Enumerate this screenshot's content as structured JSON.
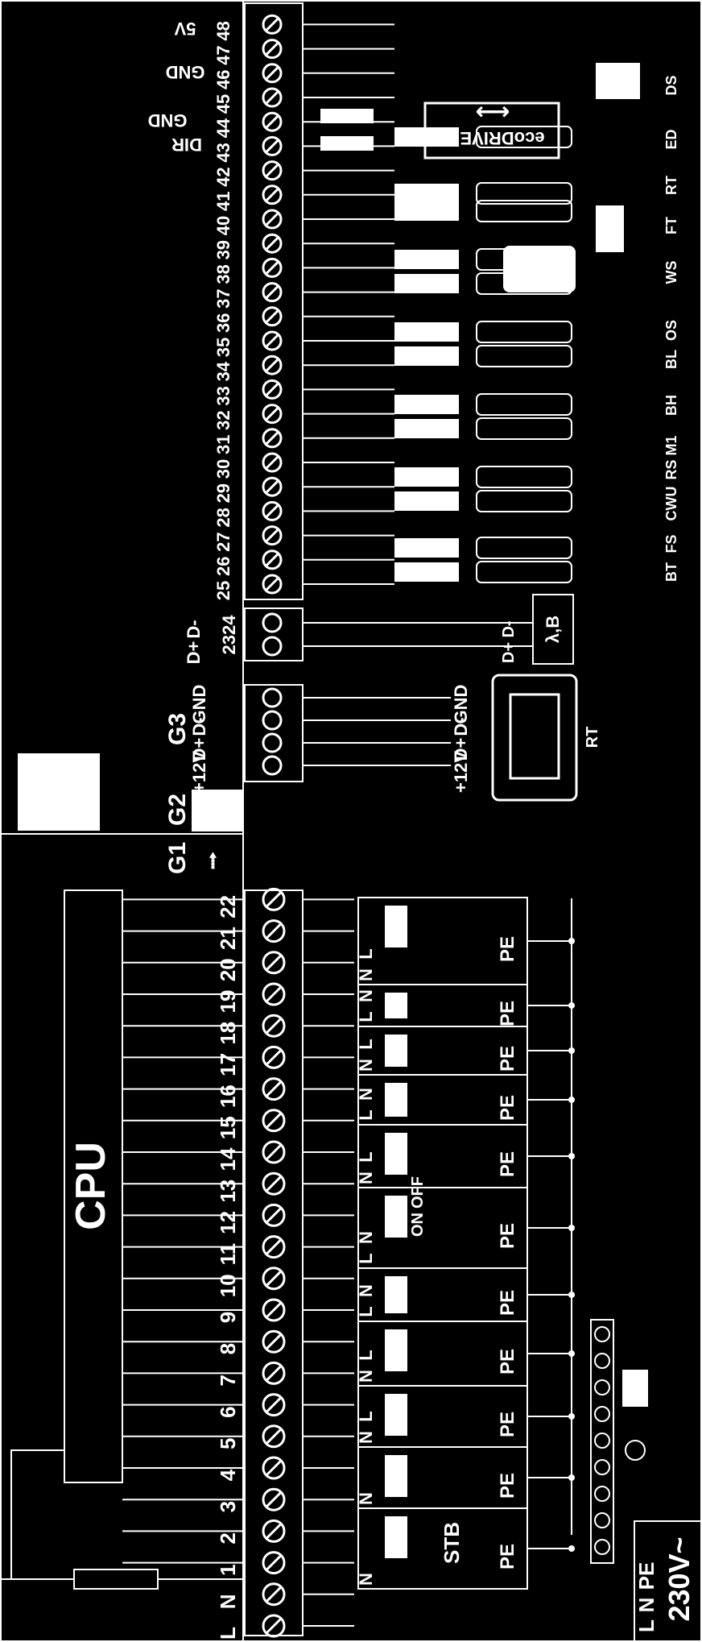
{
  "cpu_label": "CPU",
  "lower_terminal_labels": [
    "L",
    "N",
    "1",
    "2",
    "3",
    "4",
    "5",
    "6",
    "7",
    "8",
    "9",
    "10",
    "11",
    "12",
    "13",
    "14",
    "15",
    "16",
    "17",
    "18",
    "19",
    "20",
    "21",
    "22"
  ],
  "upper_terminal_labels": [
    "25",
    "26",
    "27",
    "28",
    "29",
    "30",
    "31",
    "32",
    "33",
    "34",
    "35",
    "36",
    "37",
    "38",
    "39",
    "40",
    "41",
    "42",
    "43",
    "44",
    "45",
    "46",
    "47",
    "48"
  ],
  "connector_labels": {
    "g1": "G1",
    "g2": "G2",
    "g3": "G3"
  },
  "g3_pins": [
    "+12V",
    "D+",
    "D-",
    "GND"
  ],
  "g3_device": {
    "pins": [
      "+12V",
      "D+",
      "D-",
      "GND"
    ],
    "label": "RT"
  },
  "bus23_pins": [
    "D+",
    "D-"
  ],
  "bus23_numbers": "2324",
  "lambda_pins": [
    "D+",
    "D-"
  ],
  "lambda_label": "λ,B",
  "ecodrive_label": "ecoDRIVE",
  "ecodrive_pins": [
    "DIR",
    "GND"
  ],
  "top_pin_labels": {
    "dir": "DIR",
    "gnd1": "GND",
    "gnd2": "GND",
    "v5": "5V"
  },
  "sensor_codes": [
    "BT",
    "FS",
    "CWU",
    "RS",
    "M1",
    "BH",
    "BL",
    "OS",
    "WS",
    "FT",
    "RT",
    "ED",
    "DS"
  ],
  "stb_label": "STB",
  "pe_label": "PE",
  "on_label": "ON",
  "off_label": "OFF",
  "supply": {
    "l": "L",
    "n": "N",
    "pe": "PE",
    "voltage": "230V~"
  },
  "module_pin_labels": {
    "m1": [
      "N"
    ],
    "m2": [
      "N"
    ],
    "m3": [
      "N",
      "L"
    ],
    "m4": [
      "N",
      "L"
    ],
    "m5": [
      "L",
      "N"
    ],
    "m6": [
      "L",
      "N"
    ],
    "m7": [
      "N",
      "L"
    ],
    "m8": [
      "L",
      "N"
    ],
    "m9": [
      "N",
      "L"
    ],
    "m10": [
      "L",
      "N"
    ],
    "m11": [
      "N",
      "L"
    ]
  }
}
